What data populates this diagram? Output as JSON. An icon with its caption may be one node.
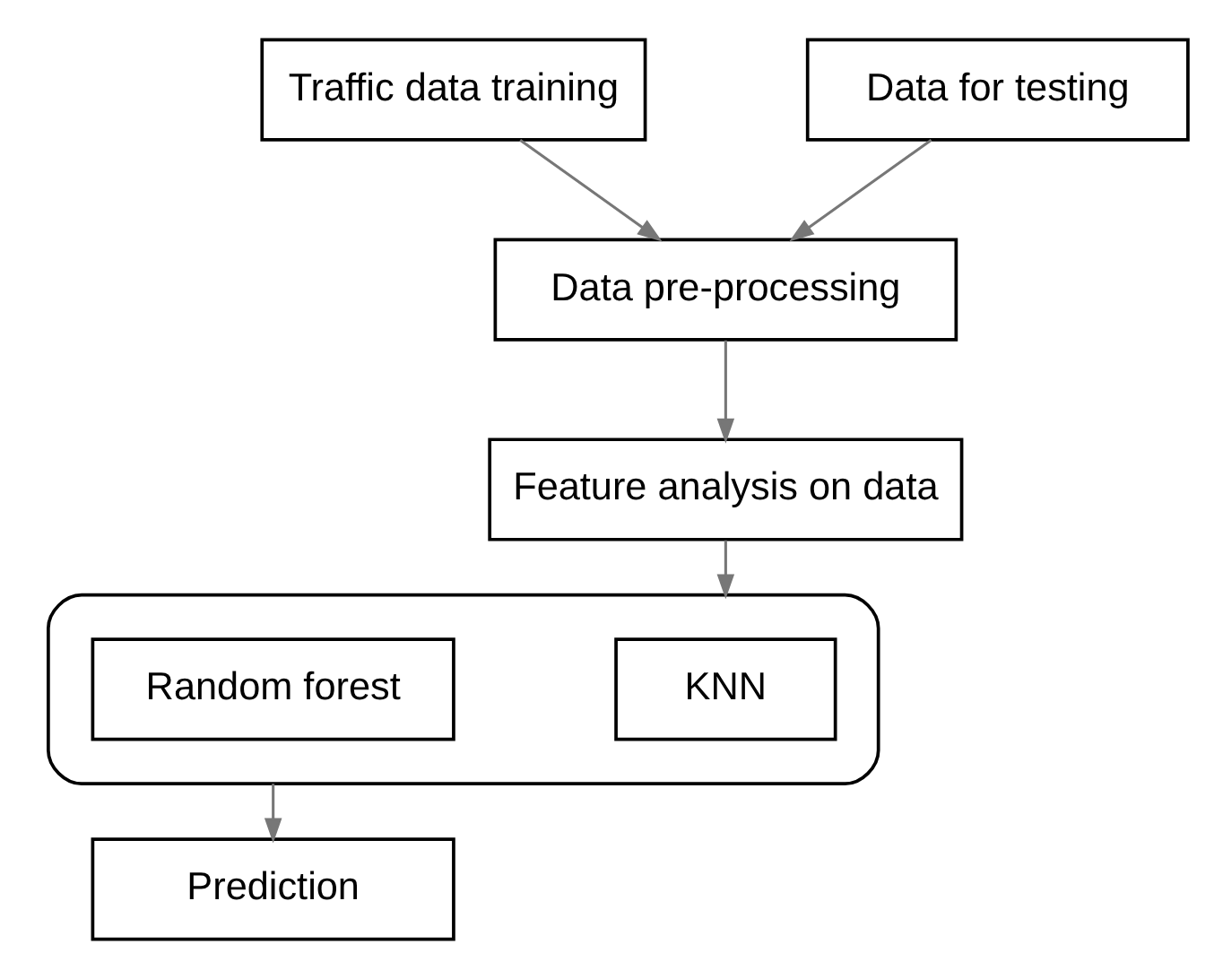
{
  "diagram": {
    "nodes": [
      {
        "text": [
          "Traffic data training"
        ]
      },
      {
        "text": [
          "Data for testing"
        ]
      },
      {
        "text": [
          "Data pre-processing"
        ]
      },
      {
        "text": [
          "Feature analysis on data"
        ]
      },
      {
        "text": [],
        "shape": "box"
      },
      {
        "text": [
          "KNN"
        ],
        "in": 4
      },
      {
        "text": [
          "Random forest"
        ],
        "in": 4
      },
      {
        "text": [
          "Prediction"
        ]
      }
    ],
    "edges": [
      {
        "from": 0,
        "to": 2,
        "arrow": "to"
      },
      {
        "from": 1,
        "to": 2,
        "arrow": "to"
      },
      {
        "from": 2,
        "to": 3,
        "arrow": "to"
      },
      {
        "from": 3,
        "to": 4,
        "arrow": "to"
      },
      {
        "from": 4,
        "to": 7,
        "arrow": "to"
      }
    ]
  }
}
